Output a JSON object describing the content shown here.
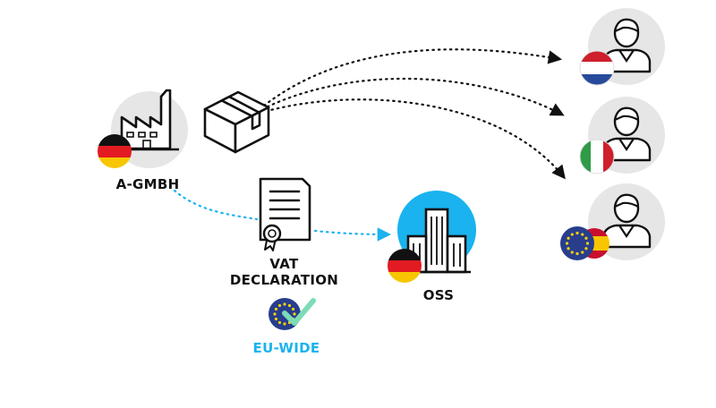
{
  "labels": {
    "company": "A-GMBH",
    "vat_line1": "VAT",
    "vat_line2": "DECLARATION",
    "oss": "OSS",
    "eu_wide": "EU-WIDE"
  },
  "colors": {
    "accent": "#1ab3ef",
    "flag_black": "#111111",
    "flag_red": "#e21b22",
    "flag_gold": "#f7c600",
    "nl_red": "#ce1f2c",
    "nl_blue": "#274a9b",
    "it_green": "#2f9b47",
    "eu_blue": "#283e8c",
    "eu_star": "#f6d20a",
    "check_green": "#7ddbb6",
    "circle_grey": "#e6e6e6",
    "text_blue": "#1ab3ef"
  },
  "icons": {
    "factory": "factory-icon",
    "package": "package-icon",
    "document": "certificate-document-icon",
    "building": "oss-building-icon",
    "customer": "customer-person-icon",
    "check": "checkmark-icon"
  }
}
